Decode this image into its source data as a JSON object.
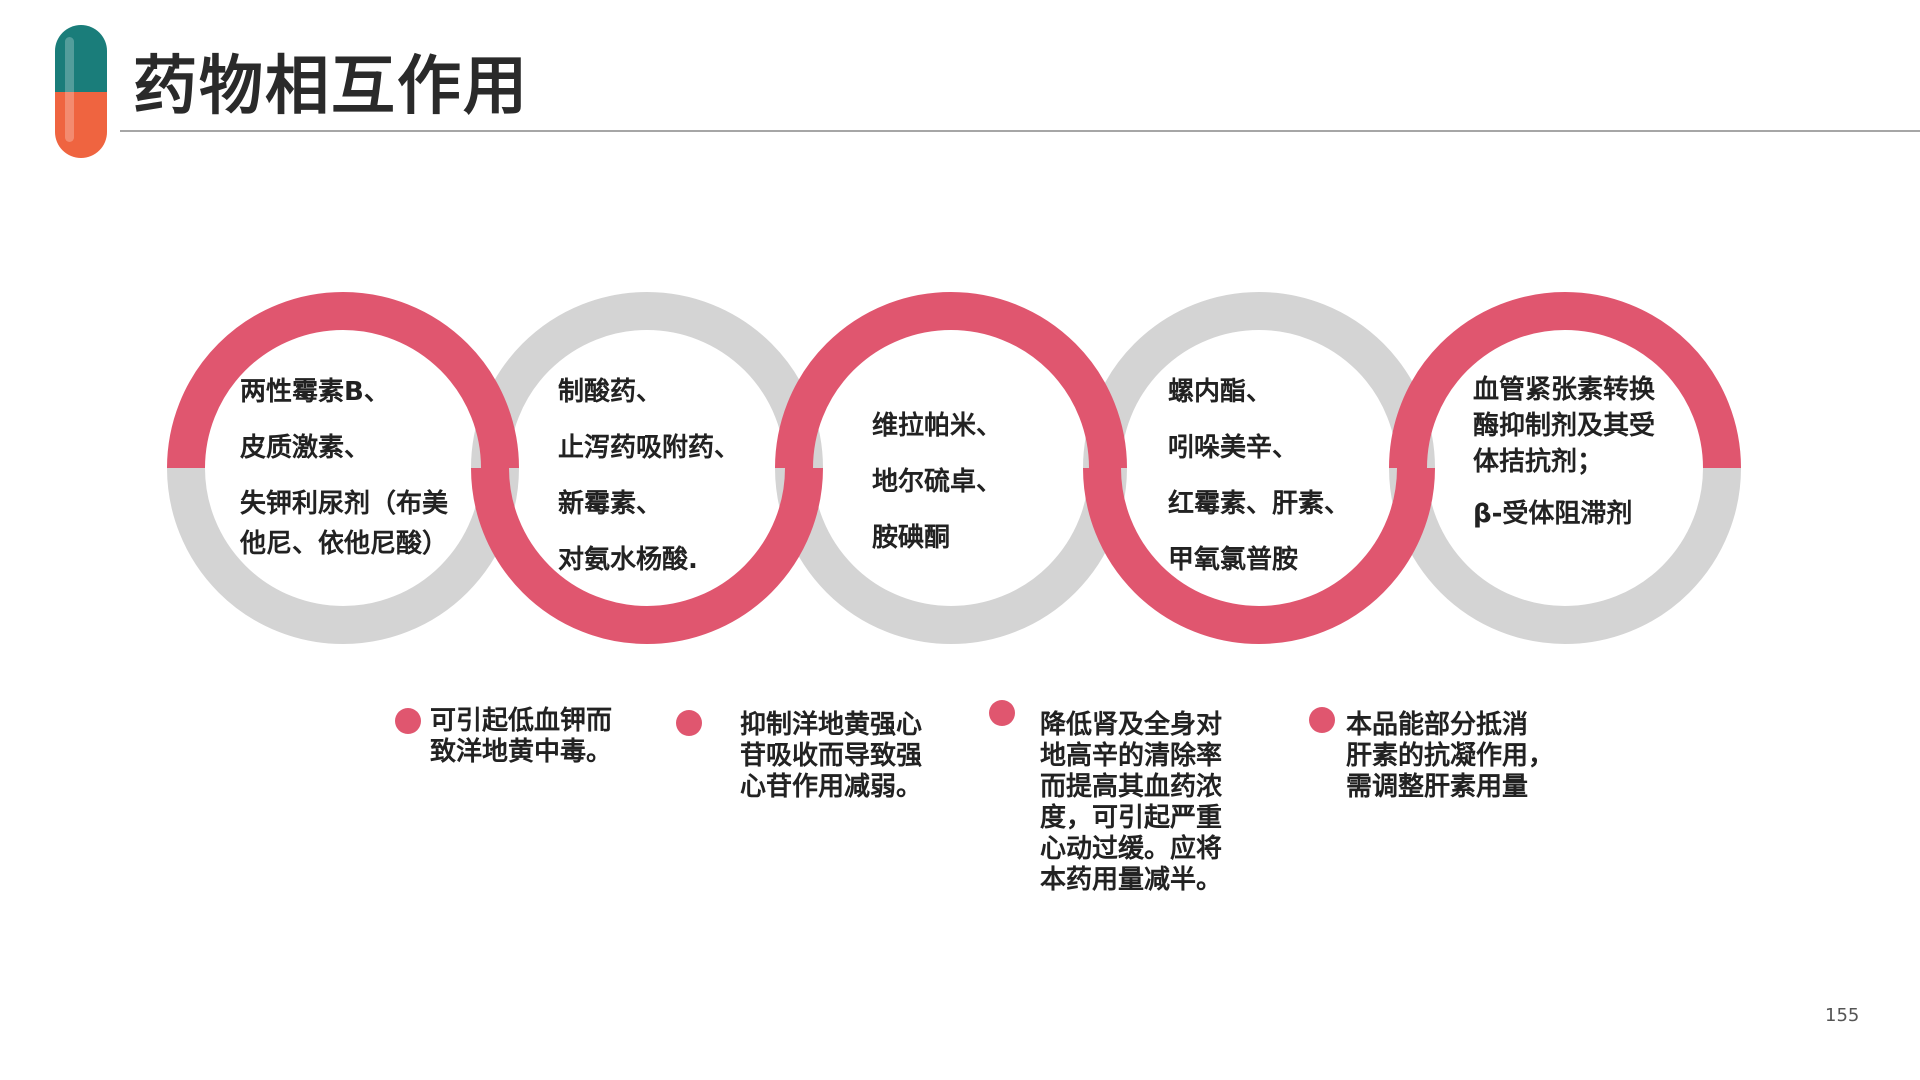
{
  "title": "药物相互作用",
  "page_number": "155",
  "colors": {
    "accent": "#e0566f",
    "ring_gray": "#d4d4d4",
    "capsule_top": "#1a7d7a",
    "capsule_bottom": "#ef6440",
    "title_rule": "#a6a6a6"
  },
  "rings": [
    {
      "id": "ring-1",
      "pink_half": "top",
      "lines": [
        "两性霉素B、",
        "皮质激素、",
        "失钾利尿剂（布美",
        "他尼、依他尼酸）"
      ]
    },
    {
      "id": "ring-2",
      "pink_half": "bottom",
      "lines": [
        "制酸药、",
        "止泻药吸附药、",
        "新霉素、",
        "对氨水杨酸."
      ]
    },
    {
      "id": "ring-3",
      "pink_half": "top",
      "lines": [
        "维拉帕米、",
        "地尔硫卓、",
        "胺碘酮"
      ]
    },
    {
      "id": "ring-4",
      "pink_half": "bottom",
      "lines": [
        "螺内酯、",
        "吲哚美辛、",
        "红霉素、肝素、",
        "甲氧氯普胺"
      ]
    },
    {
      "id": "ring-5",
      "pink_half": "top",
      "lines": [
        "血管紧张素转换",
        "酶抑制剂及其受",
        "体拮抗剂；",
        "β-受体阻滞剂"
      ]
    }
  ],
  "notes": [
    {
      "id": "note-1",
      "lines": [
        "可引起低血钾而",
        "致洋地黄中毒。"
      ]
    },
    {
      "id": "note-2",
      "lines": [
        "抑制洋地黄强心",
        "苷吸收而导致强",
        "心苷作用减弱。"
      ]
    },
    {
      "id": "note-3",
      "lines": [
        "降低肾及全身对",
        "地高辛的清除率",
        "而提高其血药浓",
        "度，可引起严重",
        "心动过缓。应将",
        "本药用量减半。"
      ]
    },
    {
      "id": "note-4",
      "lines": [
        "本品能部分抵消",
        "肝素的抗凝作用，",
        "需调整肝素用量"
      ]
    }
  ]
}
